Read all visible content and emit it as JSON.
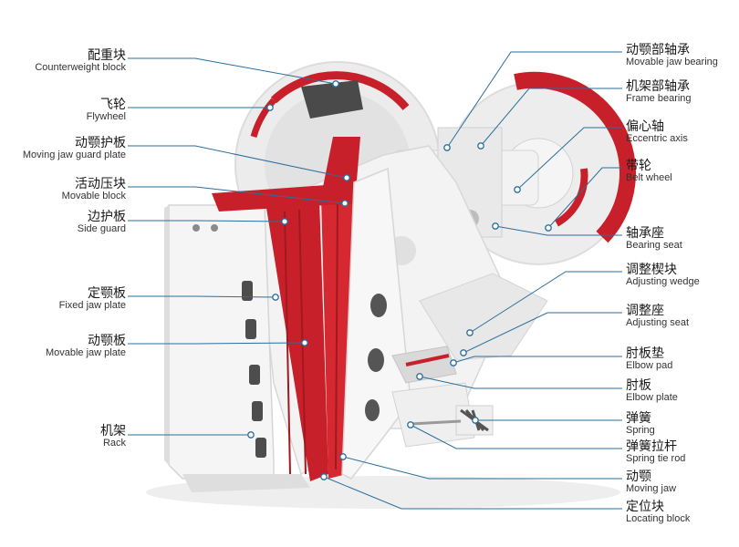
{
  "colors": {
    "accent": "#c8202a",
    "leader": "#2a6e9c",
    "frame": "#f0f0f0",
    "shadow": "#cfcfcf"
  },
  "left_labels": [
    {
      "id": "counterweight-block",
      "zh": "配重块",
      "en": "Counterweight block"
    },
    {
      "id": "flywheel",
      "zh": "飞轮",
      "en": "Flywheel"
    },
    {
      "id": "moving-jaw-guard-plate",
      "zh": "动颚护板",
      "en": "Moving jaw guard plate"
    },
    {
      "id": "movable-block",
      "zh": "活动压块",
      "en": "Movable block"
    },
    {
      "id": "side-guard",
      "zh": "边护板",
      "en": "Side guard"
    },
    {
      "id": "fixed-jaw-plate",
      "zh": "定颚板",
      "en": "Fixed jaw plate"
    },
    {
      "id": "movable-jaw-plate",
      "zh": "动颚板",
      "en": "Movable jaw plate"
    },
    {
      "id": "rack",
      "zh": "机架",
      "en": "Rack"
    }
  ],
  "right_labels": [
    {
      "id": "movable-jaw-bearing",
      "zh": "动颚部轴承",
      "en": "Movable jaw bearing"
    },
    {
      "id": "frame-bearing",
      "zh": "机架部轴承",
      "en": "Frame bearing"
    },
    {
      "id": "eccentric-axis",
      "zh": "偏心轴",
      "en": "Eccentric axis"
    },
    {
      "id": "belt-wheel",
      "zh": "带轮",
      "en": "Belt wheel"
    },
    {
      "id": "bearing-seat",
      "zh": "轴承座",
      "en": "Bearing seat"
    },
    {
      "id": "adjusting-wedge",
      "zh": "调整楔块",
      "en": "Adjusting wedge"
    },
    {
      "id": "adjusting-seat",
      "zh": "调整座",
      "en": "Adjusting seat"
    },
    {
      "id": "elbow-pad",
      "zh": "肘板垫",
      "en": "Elbow pad"
    },
    {
      "id": "elbow-plate",
      "zh": "肘板",
      "en": "Elbow plate"
    },
    {
      "id": "spring",
      "zh": "弹簧",
      "en": "Spring"
    },
    {
      "id": "spring-tie-rod",
      "zh": "弹簧拉杆",
      "en": "Spring tie rod"
    },
    {
      "id": "moving-jaw",
      "zh": "动颚",
      "en": "Moving jaw"
    },
    {
      "id": "locating-block",
      "zh": "定位块",
      "en": "Locating block"
    }
  ]
}
